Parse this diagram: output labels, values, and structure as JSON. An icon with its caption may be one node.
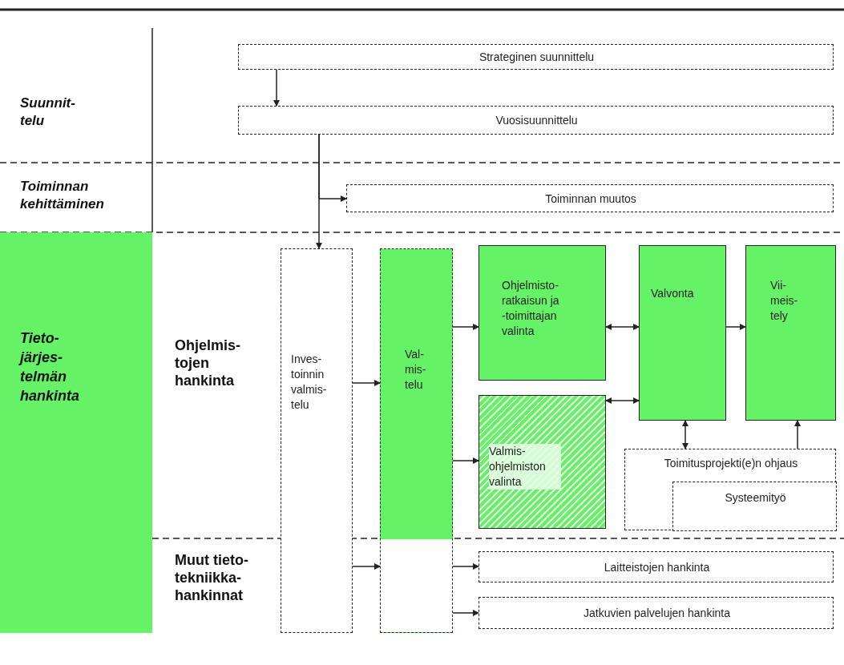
{
  "diagram": {
    "nodes": [
      {
        "text": [
          "Strateginen suunnittelu"
        ]
      },
      {
        "text": [
          "Vuosisuunnittelu"
        ]
      },
      {
        "text": [
          "Toiminnan muutos"
        ]
      },
      {
        "text": [
          "Tieto- järjes- telmän hankinta"
        ]
      },
      {
        "text": [
          "Inves- toinnin valmis- telu"
        ]
      },
      {
        "text": [
          "Val- mis- telu"
        ]
      },
      {
        "text": [
          "Ohjelmisto- ratkaisun ja -toimittajan valinta"
        ]
      },
      {
        "text": [
          "Valmis- ohjelmiston valinta"
        ]
      },
      {
        "text": [
          "Valvonta"
        ]
      },
      {
        "text": [
          "Vii- meis- tely"
        ]
      },
      {
        "text": [
          "Toimitusprojekti(e)n ohjaus"
        ]
      },
      {
        "text": [
          "Systeemityö"
        ],
        "in": 10
      },
      {
        "text": [
          "Laitteistojen hankinta"
        ]
      },
      {
        "text": [
          "Jatkuvien palvelujen hankinta"
        ]
      }
    ],
    "edges": [
      {
        "from": 0,
        "to": 1,
        "arrow": "to"
      },
      {
        "from": 1,
        "to": 4,
        "arrow": "to"
      },
      {
        "from": 1,
        "to": 2,
        "arrow": "to"
      },
      {
        "from": 4,
        "to": 5,
        "arrow": "to"
      },
      {
        "from": 4,
        "to": 5,
        "arrow": "to"
      },
      {
        "from": 5,
        "to": 6,
        "arrow": "to"
      },
      {
        "from": 5,
        "to": 7,
        "arrow": "to"
      },
      {
        "from": 5,
        "to": 12,
        "arrow": "to"
      },
      {
        "from": 5,
        "to": 13,
        "arrow": "to"
      },
      {
        "from": 6,
        "to": 8,
        "arrow": "both"
      },
      {
        "from": 7,
        "to": 8,
        "arrow": "both"
      },
      {
        "from": 8,
        "to": 9,
        "arrow": "to"
      },
      {
        "from": 10,
        "to": 8,
        "arrow": "both"
      },
      {
        "from": 10,
        "to": 9,
        "arrow": "to"
      }
    ],
    "labels": [
      "Suunnit- telu",
      "Toiminnan kehittäminen",
      "Ohjelmis- tojen hankinta",
      "Muut tieto- tekniikka- hankinnat"
    ]
  }
}
